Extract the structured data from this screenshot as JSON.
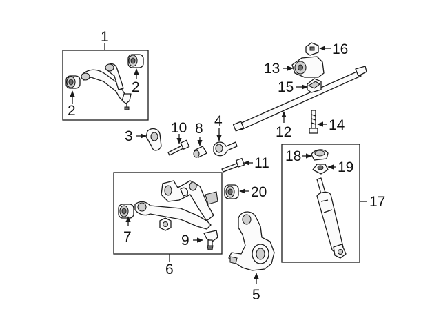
{
  "callouts": {
    "c1": "1",
    "c2a": "2",
    "c2b": "2",
    "c3": "3",
    "c4": "4",
    "c5": "5",
    "c6": "6",
    "c7": "7",
    "c8": "8",
    "c9": "9",
    "c10": "10",
    "c11": "11",
    "c12": "12",
    "c13": "13",
    "c14": "14",
    "c15": "15",
    "c16": "16",
    "c17": "17",
    "c18": "18",
    "c19": "19",
    "c20": "20"
  },
  "colors": {
    "line": "#1a1a1a",
    "fill": "#fbfbfb",
    "shade": "#cfcfcf"
  }
}
